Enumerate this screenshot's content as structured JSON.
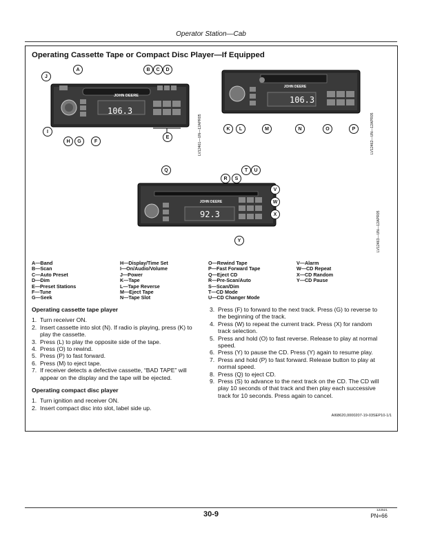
{
  "header": "Operator Station—Cab",
  "section_title": "Operating Cassette Tape or Compact Disc Player—If Equipped",
  "figures": {
    "fig1": {
      "id_label": "LV12461—UN—12APR05",
      "brand": "JOHN DEERE",
      "display": "106.3",
      "callouts": [
        "J",
        "A",
        "B",
        "C",
        "D",
        "I",
        "H",
        "G",
        "F",
        "E"
      ]
    },
    "fig2": {
      "id_label": "LV12462—UN—12APR05",
      "brand": "JOHN DEERE",
      "display": "106.3",
      "callouts": [
        "K",
        "L",
        "M",
        "N",
        "O",
        "P"
      ]
    },
    "fig3": {
      "id_label": "LV12463—UN—12APR05",
      "brand": "JOHN DEERE",
      "display": "92.3",
      "callouts": [
        "Q",
        "R",
        "S",
        "T",
        "U",
        "V",
        "W",
        "X",
        "Y"
      ]
    }
  },
  "legend": {
    "col1": [
      "A—Band",
      "B—Scan",
      "C—Auto Preset",
      "D—Dim",
      "E—Preset Stations",
      "F—Tune",
      "G—Seek"
    ],
    "col2": [
      "H—Display/Time Set",
      "I—On/Audio/Volume",
      "J—Power",
      "K—Tape",
      "L—Tape Reverse",
      "M—Eject Tape",
      "N—Tape Slot"
    ],
    "col3": [
      "O—Rewind Tape",
      "P—Fast Forward Tape",
      "Q—Eject CD",
      "R—Pre-Scan/Auto",
      "S—Scan/Dim",
      "T—CD Mode",
      "U—CD Changer Mode"
    ],
    "col4": [
      "V—Alarm",
      "W—CD Repeat",
      "X—CD Random",
      "Y—CD Pause"
    ]
  },
  "cassette": {
    "title": "Operating cassette tape player",
    "steps": [
      {
        "n": "1.",
        "t": "Turn receiver ON."
      },
      {
        "n": "2.",
        "t": "Insert cassette into slot (N). If radio is playing, press (K) to play the cassette."
      },
      {
        "n": "3.",
        "t": "Press (L) to play the opposite side of the tape."
      },
      {
        "n": "4.",
        "t": "Press (O) to rewind."
      },
      {
        "n": "5.",
        "t": "Press (P) to fast forward."
      },
      {
        "n": "6.",
        "t": "Press (M) to eject tape."
      },
      {
        "n": "7.",
        "t": "If receiver detects a defective cassette, “BAD TAPE” will appear on the display and the tape will be ejected."
      }
    ]
  },
  "cd": {
    "title": "Operating compact disc player",
    "steps": [
      {
        "n": "1.",
        "t": "Turn ignition and receiver ON."
      },
      {
        "n": "2.",
        "t": "Insert compact disc into slot, label side up."
      }
    ],
    "steps_cont": [
      {
        "n": "3.",
        "t": "Press (F) to forward to the next track. Press (G) to reverse to the beginning of the track."
      },
      {
        "n": "4.",
        "t": "Press (W) to repeat the current track. Press (X) for random track selection."
      },
      {
        "n": "5.",
        "t": "Press and hold (O) to fast reverse. Release to play at normal speed."
      },
      {
        "n": "6.",
        "t": "Press (Y) to pause the CD. Press (Y) again to resume play."
      },
      {
        "n": "7.",
        "t": "Press and hold (P) to fast forward. Release button to play at normal speed."
      },
      {
        "n": "8.",
        "t": "Press (Q) to eject CD."
      },
      {
        "n": "9.",
        "t": "Press (S) to advance to the next track on the CD. The CD will play 10 seconds of that track and then play each successive track for 10 seconds. Press again to cancel."
      }
    ]
  },
  "reference": "AI68620,0000207-19-03SEP10-1/1",
  "footer": {
    "page": "30-9",
    "small": "122521",
    "pn": "PN=66"
  }
}
